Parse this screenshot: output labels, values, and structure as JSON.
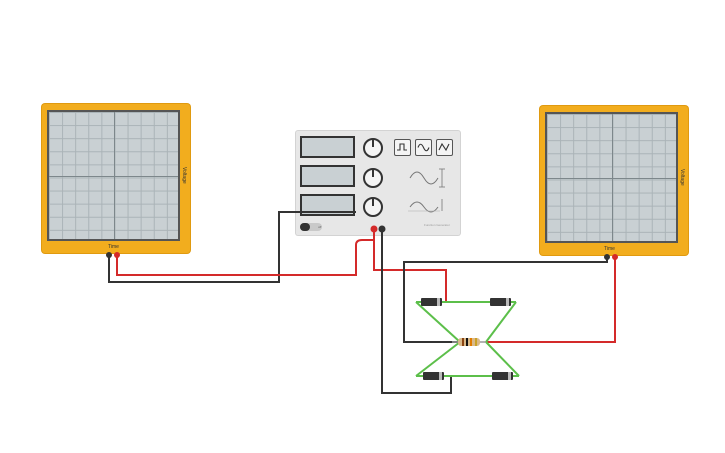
{
  "oscilloscope_left": {
    "time_label": "Time",
    "voltage_label": "Voltage"
  },
  "oscilloscope_right": {
    "time_label": "Time",
    "voltage_label": "Voltage"
  },
  "function_generator": {
    "waveform_buttons": [
      "square-wave-icon",
      "sine-wave-icon",
      "triangle-wave-icon"
    ],
    "power_label": "off",
    "brand_label": "Function Generator"
  },
  "circuit": {
    "components": [
      "diode",
      "diode",
      "diode",
      "diode",
      "resistor"
    ]
  },
  "colors": {
    "scope_body": "#f2ad1e",
    "screen": "#c9d0d3",
    "wire_red": "#d42a2a",
    "wire_black": "#333333",
    "wire_green": "#5cbf4a"
  }
}
